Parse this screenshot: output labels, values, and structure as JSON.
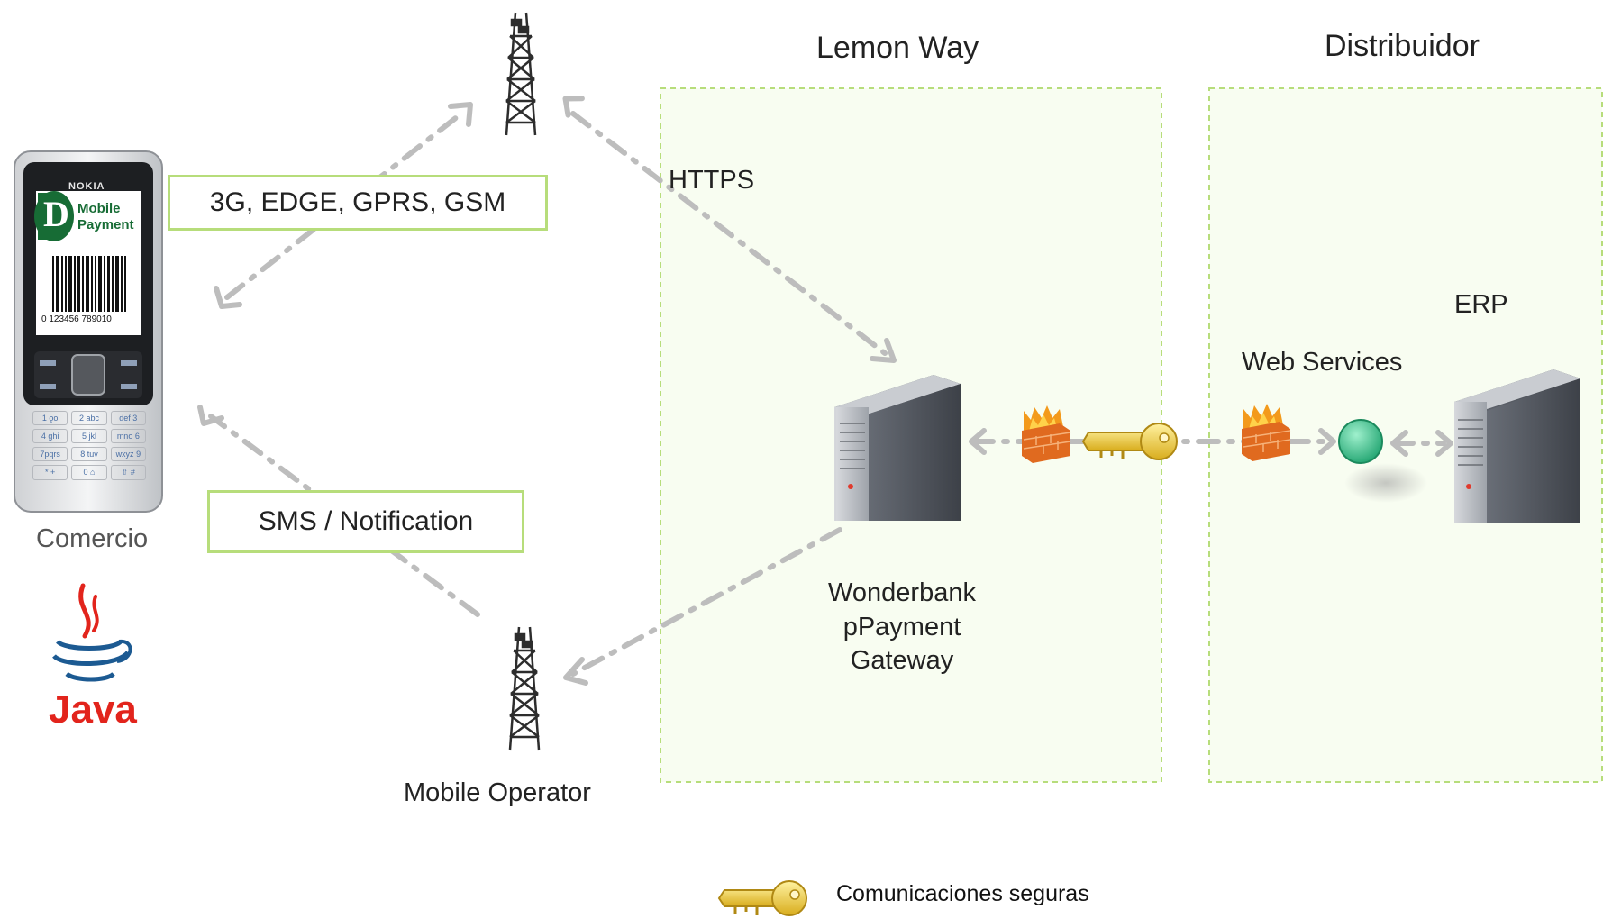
{
  "zones": {
    "lemonway_title": "Lemon Way",
    "distribuidor_title": "Distribuidor"
  },
  "links": {
    "network_label": "3G, EDGE, GPRS, GSM",
    "https_label": "HTTPS",
    "sms_label": "SMS / Notification"
  },
  "nodes": {
    "comercio": "Comercio",
    "mobile_operator": "Mobile Operator",
    "gateway_line1": "Wonderbank",
    "gateway_line2": "pPayment",
    "gateway_line3": "Gateway",
    "web_services": "Web Services",
    "erp": "ERP"
  },
  "phone": {
    "brand": "NOKIA",
    "app_line1": "Mobile",
    "app_line2": "Payment",
    "app_logo_letter": "D",
    "barcode_digits": "0 123456 789010",
    "keypad": [
      "1 ǫo",
      "2 abc",
      "def 3",
      "4 ghi",
      "5 jkl",
      "mno 6",
      "7pqrs",
      "8 tuv",
      "wxyz 9",
      "* +",
      "0 ⌂",
      "⇧ #"
    ]
  },
  "java_logo_text": "Java",
  "legend": {
    "label": "Comunicaciones seguras",
    "icon": "key-icon"
  },
  "colors": {
    "zone_border": "#b7dd7b",
    "zone_fill": "#f8fdf1",
    "arrow": "#bdbdbd",
    "firewall": "#e06a1f",
    "key": "#f2d44a",
    "ws_node": "#3cc48f",
    "java_red": "#e2241c"
  }
}
